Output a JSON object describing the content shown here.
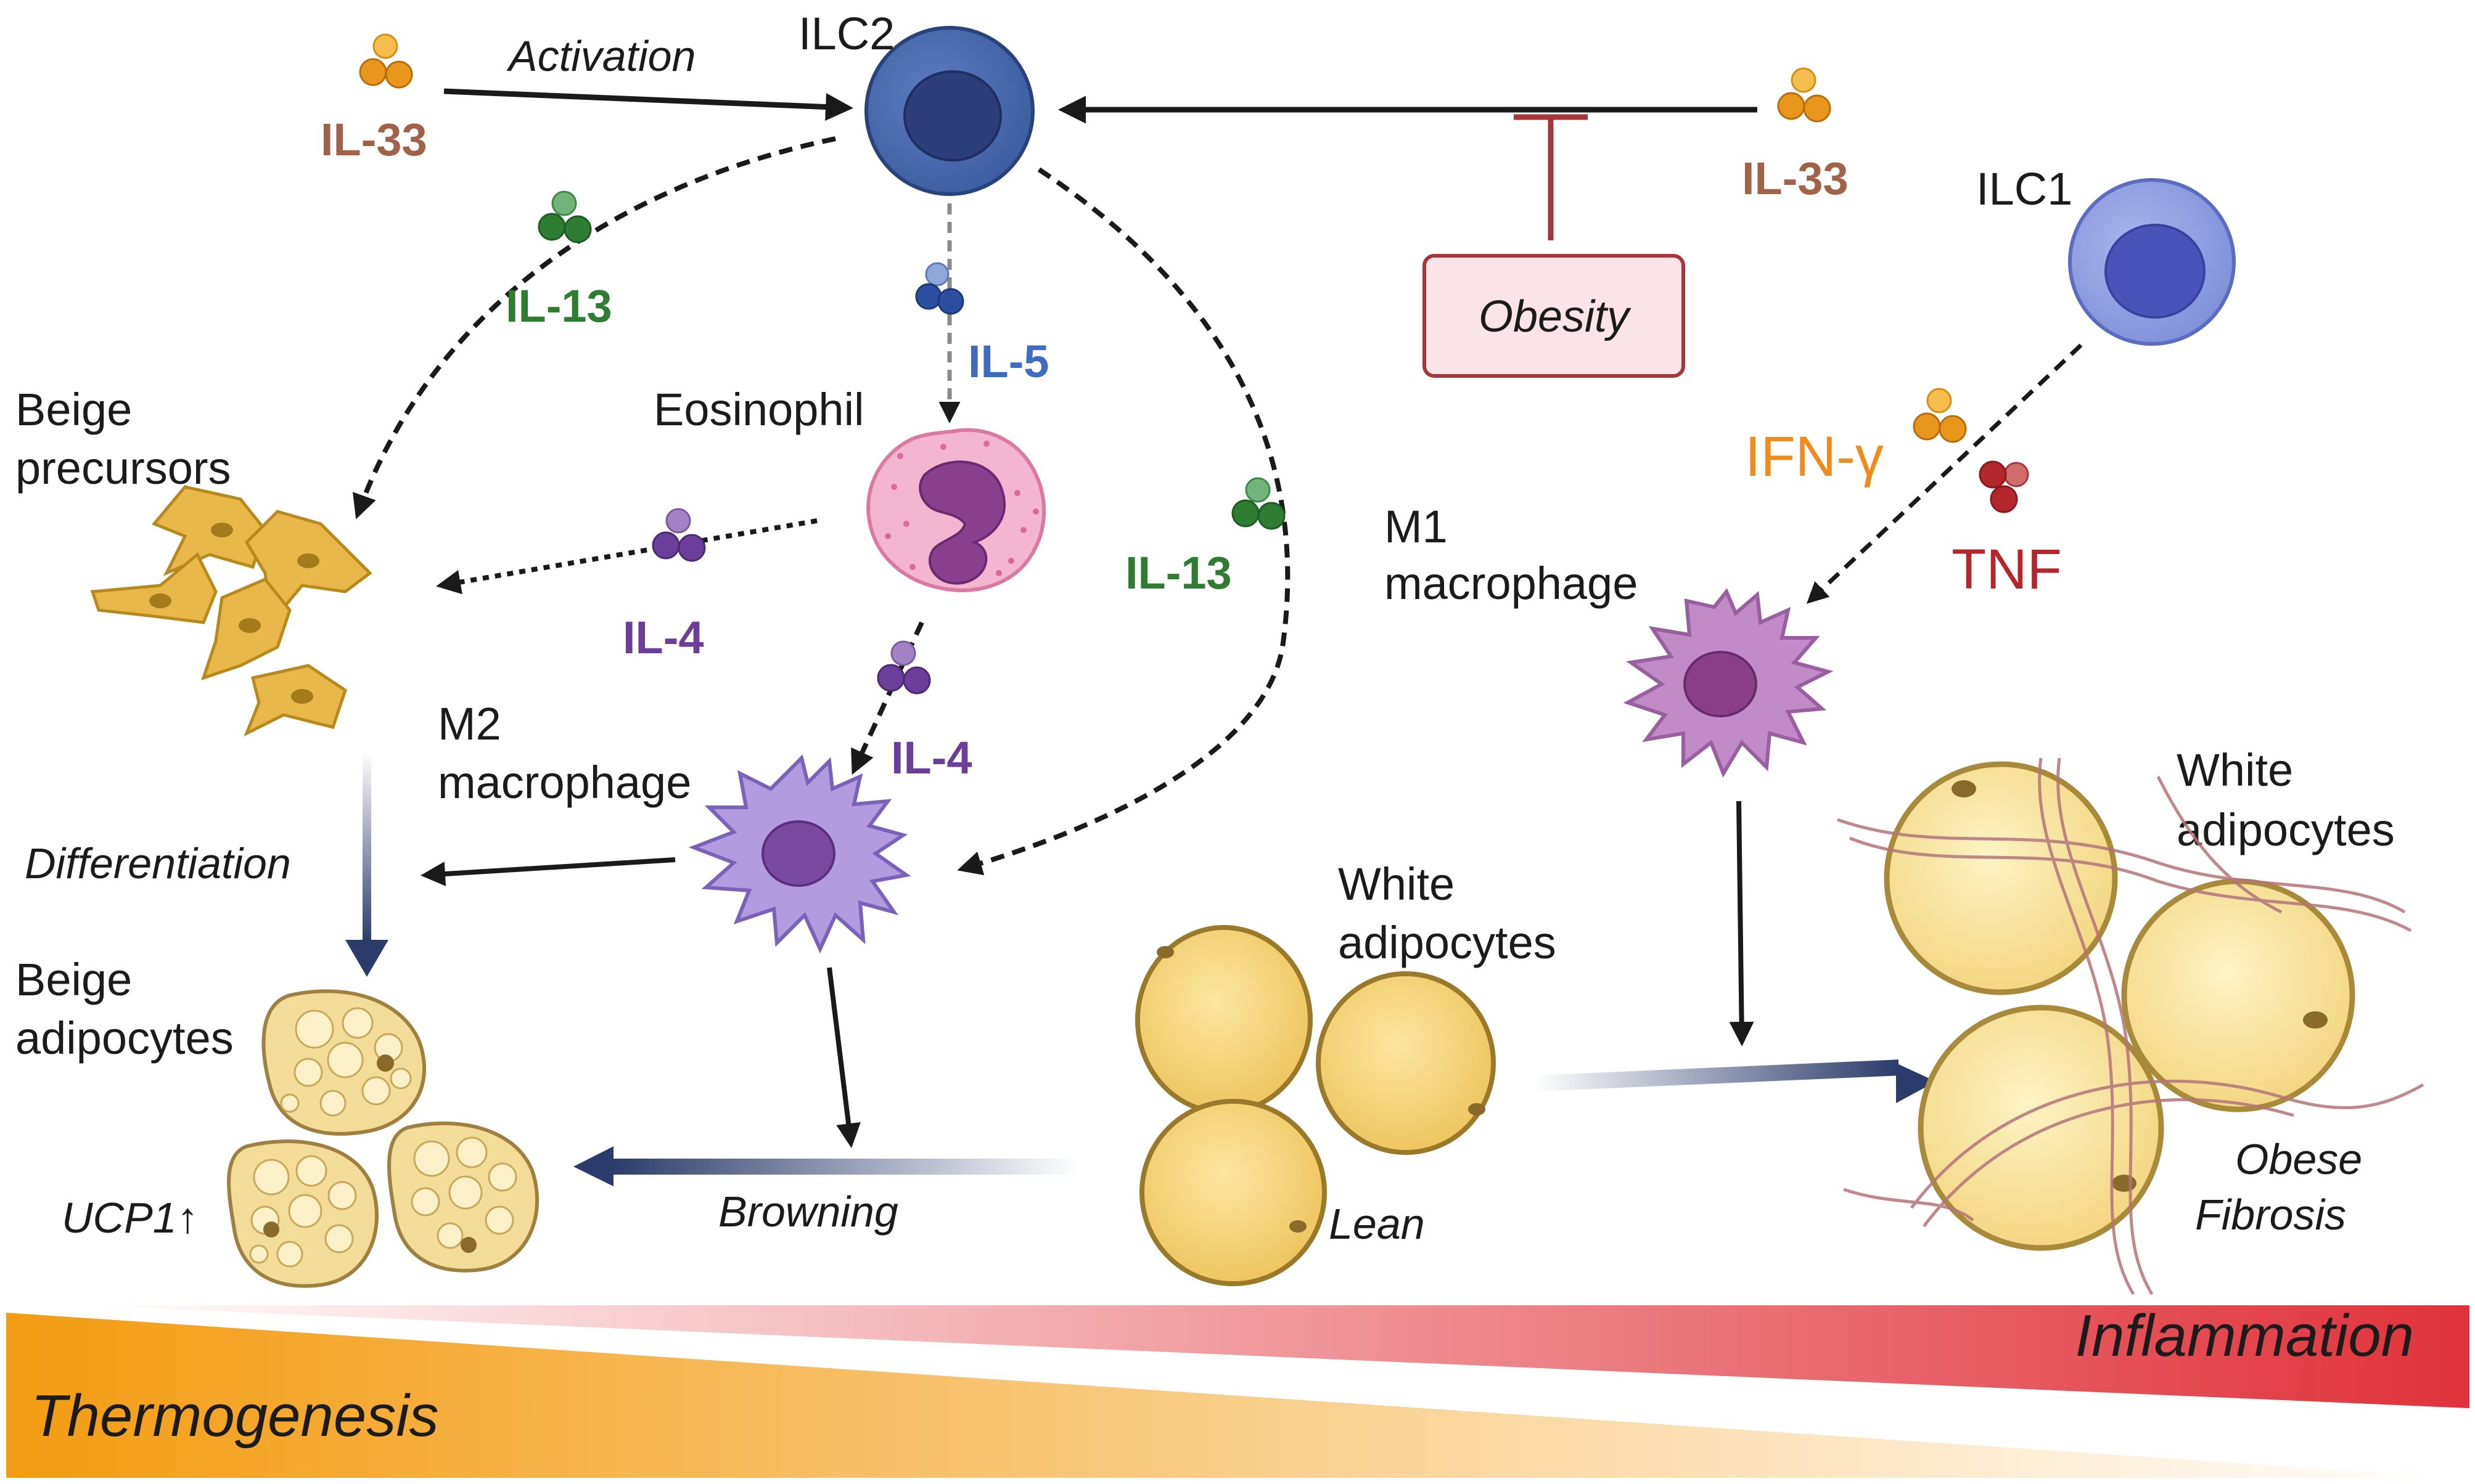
{
  "labels": {
    "il33_left": "IL-33",
    "activation": "Activation",
    "ilc2": "ILC2",
    "il33_right": "IL-33",
    "obesity": "Obesity",
    "ilc1": "ILC1",
    "il13_left": "IL-13",
    "il5": "IL-5",
    "eosinophil": "Eosinophil",
    "beige_precursors_1": "Beige",
    "beige_precursors_2": "precursors",
    "il4_left": "IL-4",
    "il13_right": "IL-13",
    "ifn_gamma": "IFN-γ",
    "tnf": "TNF",
    "m1_1": "M1",
    "m1_2": "macrophage",
    "m2_1": "M2",
    "m2_2": "macrophage",
    "il4_center": "IL-4",
    "differentiation": "Differentiation",
    "beige_adipocytes_1": "Beige",
    "beige_adipocytes_2": "adipocytes",
    "ucp1": "UCP1↑",
    "browning": "Browning",
    "white_lean_1": "White",
    "white_lean_2": "adipocytes",
    "lean": "Lean",
    "white_obese_1": "White",
    "white_obese_2": "adipocytes",
    "obese": "Obese",
    "fibrosis": "Fibrosis",
    "inflammation": "Inflammation",
    "thermogenesis": "Thermogenesis"
  },
  "colors": {
    "il33": "#a0634a",
    "il13": "#2e7d32",
    "il5": "#3d6cc0",
    "il4": "#6b3f99",
    "ifn_gamma": "#f08c1e",
    "tnf": "#b3262b",
    "ilc2": "#3b5b9e",
    "ilc1": "#7d8ed8",
    "inflammation": "#e0323a",
    "thermogenesis": "#f39c12",
    "obesity_box": "#fbe3ea",
    "fat": "#f2cf6a"
  },
  "icons": [
    "ilc2-cell-icon",
    "ilc1-cell-icon",
    "eosinophil-icon",
    "m2-macrophage-icon",
    "m1-macrophage-icon",
    "beige-precursor-cells-icon",
    "beige-adipocytes-icon",
    "white-adipocytes-lean-icon",
    "white-adipocytes-obese-icon",
    "cytokine-dots-icon"
  ]
}
